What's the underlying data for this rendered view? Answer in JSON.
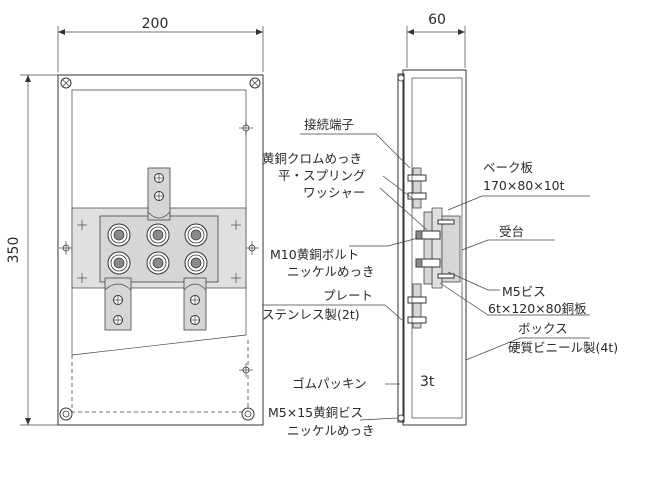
{
  "dimensions": {
    "width": "200",
    "height": "350",
    "depth": "60",
    "thickness": "3t"
  },
  "labels": {
    "terminal": "接続端子",
    "washer_1": "黄銅クロムめっき",
    "washer_2": "平・スプリング",
    "washer_3": "ワッシャー",
    "bake_1": "ベーク板",
    "bake_2": "170×80×10t",
    "base": "受台",
    "bolt_1": "M10黄銅ボルト",
    "bolt_2": "ニッケルめっき",
    "m5": "M5ビス",
    "copper": "6t×120×80銅板",
    "plate_1": "プレート",
    "plate_2": "ステンレス製(2t)",
    "box_1": "ボックス",
    "box_2": "硬質ビニール製(4t)",
    "gasket": "ゴムパッキン",
    "screw_1": "M5×15黄銅ビス",
    "screw_2": "ニッケルめっき"
  }
}
